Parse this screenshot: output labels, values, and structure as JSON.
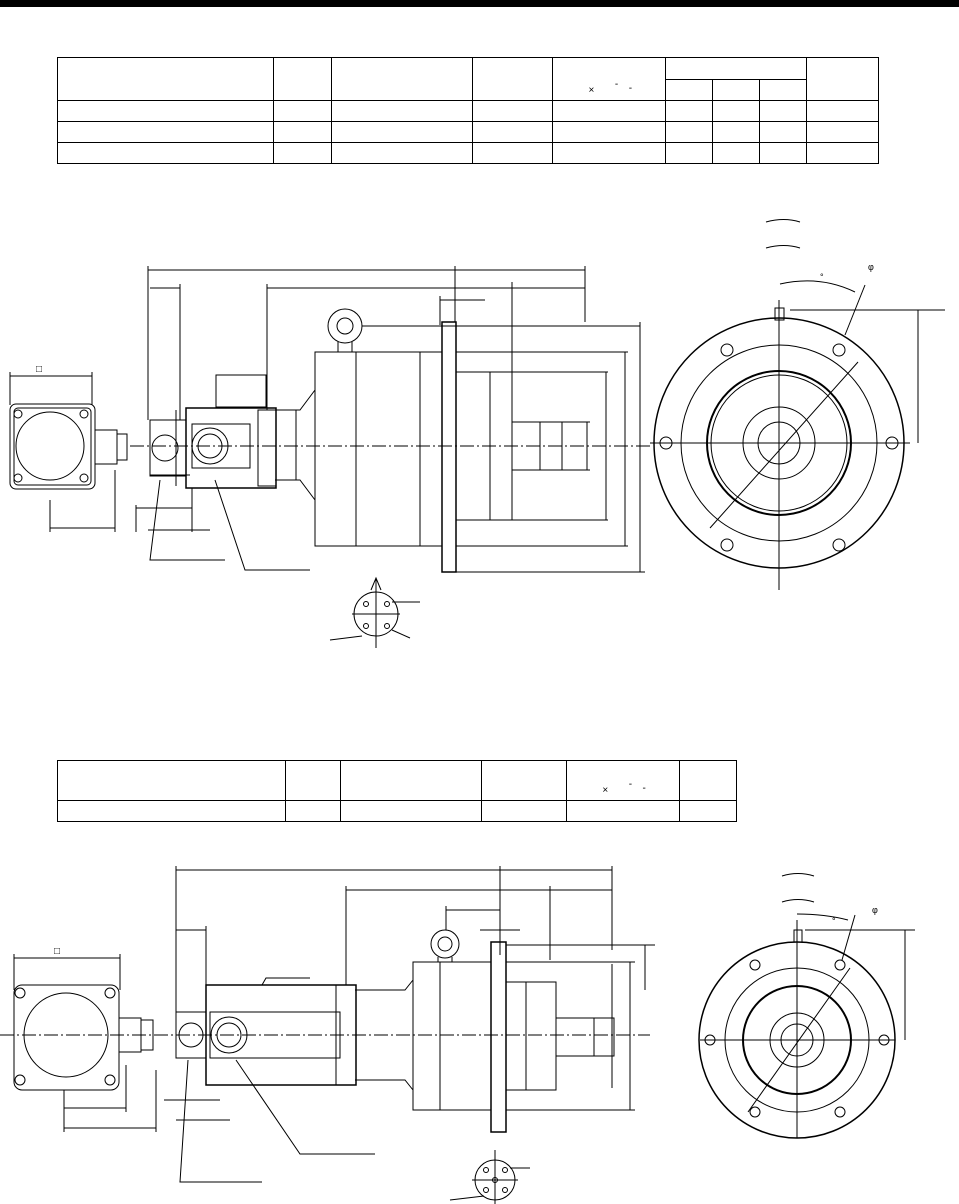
{
  "table1": {
    "header_marks": [
      "×",
      "-",
      "-"
    ],
    "rows": 3
  },
  "table2": {
    "header_marks": [
      "×",
      "-",
      "-"
    ],
    "rows": 1
  },
  "annotations": {
    "square_symbol": "□",
    "phi_symbol": "φ",
    "degree_symbol": "°",
    "diameter_symbol": "φ"
  }
}
